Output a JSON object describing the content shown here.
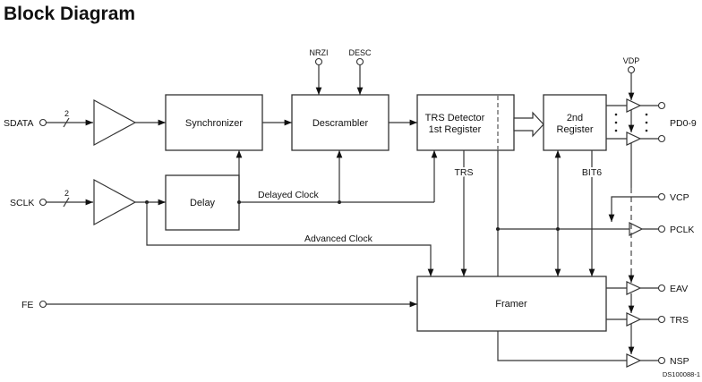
{
  "title": "Block Diagram",
  "blocks": {
    "synchronizer": "Synchronizer",
    "descrambler": "Descrambler",
    "trs_detector_line1": "TRS Detector",
    "trs_detector_line2": "1st Register",
    "second_register_line1": "2nd",
    "second_register_line2": "Register",
    "delay": "Delay",
    "framer": "Framer"
  },
  "inputs": {
    "sdata": "SDATA",
    "sclk": "SCLK",
    "fe": "FE",
    "nrzi": "NRZI",
    "desc": "DESC",
    "vdp": "VDP",
    "vcp": "VCP"
  },
  "outputs": {
    "pd": "PD0-9",
    "pclk": "PCLK",
    "eav": "EAV",
    "trs": "TRS",
    "nsp": "NSP"
  },
  "bus_widths": {
    "sdata": "2",
    "sclk": "2"
  },
  "signals": {
    "delayed_clock": "Delayed Clock",
    "advanced_clock": "Advanced Clock",
    "trs": "TRS",
    "bit6": "BIT6"
  },
  "figure_id": "DS100088-1"
}
